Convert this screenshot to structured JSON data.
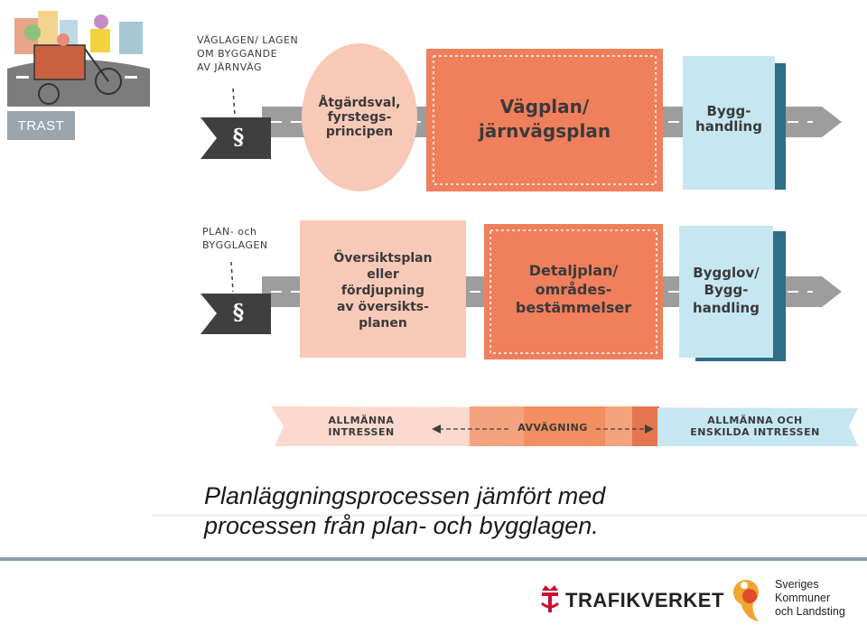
{
  "sidebar": {
    "tab_label": "TRAST"
  },
  "diagram": {
    "row1": {
      "law_label": "VÄGLAGEN/ LAGEN\nOM BYGGANDE\nAV JÄRNVÄG",
      "paragraph_symbol": "§",
      "circle_text": "Åtgärdsval,\nfyrstegs-\nprincipen",
      "main_box_text": "Vägplan/\njärnvägsplan",
      "end_box_text": "Bygg-\nhandling"
    },
    "row2": {
      "law_label": "PLAN- och\nBYGGLAGEN",
      "paragraph_symbol": "§",
      "first_box_text": "Översiktsplan\neller\nfördjupning\nav översikts-\nplanen",
      "main_box_text": "Detaljplan/\nområdes-\nbestämmelser",
      "end_box_text": "Bygglov/\nBygg-\nhandling"
    },
    "balance_bar": {
      "left_text": "ALLMÄNNA\nINTRESSEN",
      "center_text": "AVVÄGNING",
      "right_text": "ALLMÄNNA OCH\nENSKILDA INTRESSEN"
    }
  },
  "caption": "Planläggningsprocessen jämfört med\nprocessen från plan- och bygglagen.",
  "footer": {
    "trafikverket_label": "TRAFIKVERKET",
    "skl_label": "Sveriges\nKommuner\noch Landsting"
  },
  "colors": {
    "orange": "#f07f5c",
    "pink": "#f9c9b7",
    "light_blue": "#c6e6f2",
    "teal": "#2e6e86",
    "road": "#9d9d9d",
    "dark": "#3f3f3f",
    "footer_rule": "#8a9da5"
  }
}
